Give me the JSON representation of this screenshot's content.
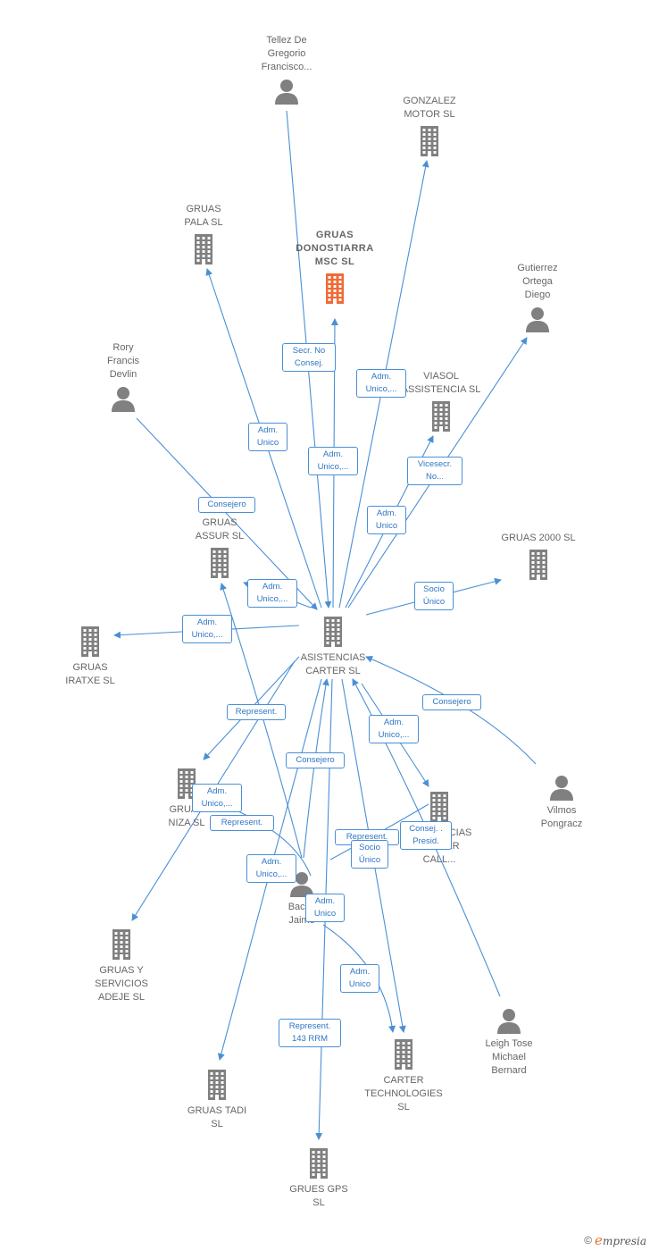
{
  "colors": {
    "edge": "#4a8fd6",
    "node_icon": "#808080",
    "focus_icon": "#f06a35",
    "label_text": "#666666"
  },
  "nodes": [
    {
      "id": "center",
      "label": "ASISTENCIAS\nCARTER  SL",
      "kind": "company",
      "icon": "building-icon"
    },
    {
      "id": "tellez",
      "label": "Tellez De\nGregorio\nFrancisco...",
      "kind": "person",
      "icon": "person-icon"
    },
    {
      "id": "gonzalez",
      "label": "GONZALEZ\nMOTOR SL",
      "kind": "company",
      "icon": "building-icon"
    },
    {
      "id": "gruas_pala",
      "label": "GRUAS\nPALA  SL",
      "kind": "company",
      "icon": "building-icon"
    },
    {
      "id": "donostiarra",
      "label": "GRUAS\nDONOSTIARRA\nMSC  SL",
      "kind": "company",
      "focus": true,
      "icon": "building-icon"
    },
    {
      "id": "gutierrez",
      "label": "Gutierrez\nOrtega\nDiego",
      "kind": "person",
      "icon": "person-icon"
    },
    {
      "id": "rory",
      "label": "Rory\nFrancis\nDevlin",
      "kind": "person",
      "icon": "person-icon"
    },
    {
      "id": "viasol",
      "label": "VIASOL\nASSISTENCIA SL",
      "kind": "company",
      "icon": "building-icon"
    },
    {
      "id": "assur",
      "label": "GRUAS\nASSUR SL",
      "kind": "company",
      "icon": "building-icon"
    },
    {
      "id": "gruas2000",
      "label": "GRUAS 2000 SL",
      "kind": "company",
      "icon": "building-icon"
    },
    {
      "id": "iratxe",
      "label": "GRUAS\nIRATXE SL",
      "kind": "company",
      "icon": "building-icon"
    },
    {
      "id": "niza",
      "label": "GRUAS\nNIZA SL",
      "kind": "company",
      "icon": "building-icon"
    },
    {
      "id": "call",
      "label": "ASISTENCIAS\nCARTER\nCALL...",
      "kind": "company",
      "icon": "building-icon"
    },
    {
      "id": "vilmos",
      "label": "Vilmos\nPongracz",
      "kind": "person",
      "icon": "person-icon"
    },
    {
      "id": "bachs",
      "label": "Bachs\nJaime",
      "kind": "person",
      "icon": "person-icon"
    },
    {
      "id": "adeje",
      "label": "GRUAS Y\nSERVICIOS\nADEJE SL",
      "kind": "company",
      "icon": "building-icon"
    },
    {
      "id": "leigh",
      "label": "Leigh Tose\nMichael\nBernard",
      "kind": "person",
      "icon": "person-icon"
    },
    {
      "id": "carter_tech",
      "label": "CARTER\nTECHNOLOGIES\nSL",
      "kind": "company",
      "icon": "building-icon"
    },
    {
      "id": "tadi",
      "label": "GRUAS TADI\nSL",
      "kind": "company",
      "icon": "building-icon"
    },
    {
      "id": "grues_gps",
      "label": "GRUES GPS\nSL",
      "kind": "company",
      "icon": "building-icon"
    }
  ],
  "edge_labels": [
    "Secr.  No\nConsej.",
    "Adm.\nUnico,...",
    "Adm.\nUnico",
    "Adm.\nUnico,...",
    "Vicesecr.\nNo...",
    "Adm.\nUnico",
    "Consejero",
    "Adm.\nUnico,...",
    "Socio\nÚnico",
    "Adm.\nUnico,...",
    "Consejero",
    "Adm.\nUnico,...",
    "Represent.",
    "Adm.\nUnico,...",
    "Consejero",
    "Represent.",
    "Adm.\nUnico,...",
    "Represent.",
    "Consej. .\nPresid.",
    "Socio\nÚnico",
    "Adm.\nUnico",
    "Adm.\nUnico",
    "Represent.\n143 RRM"
  ],
  "footer": {
    "copyright": "©",
    "brand_e": "e",
    "brand_rest": "mpresia"
  }
}
